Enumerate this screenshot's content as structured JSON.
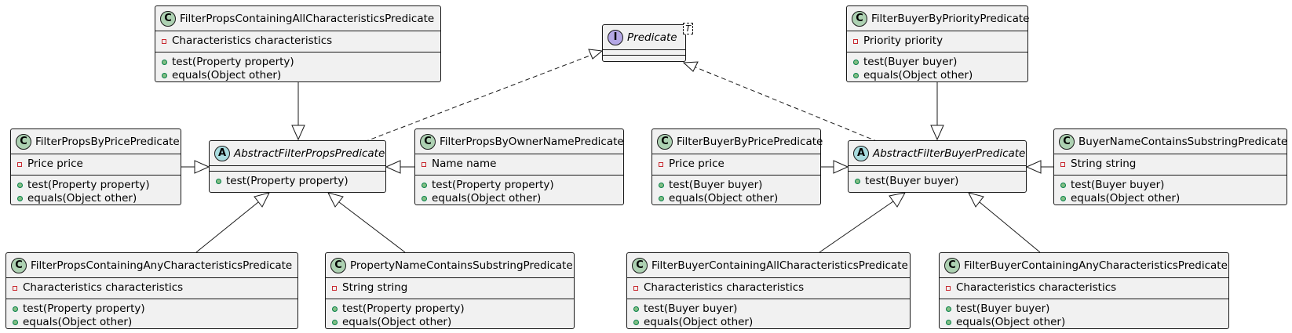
{
  "interface_predicate": {
    "name": "Predicate",
    "type_param": "T"
  },
  "classes": {
    "props_all": {
      "name": "FilterPropsContainingAllCharacteristicsPredicate",
      "field": "Characteristics characteristics",
      "methods": [
        "test(Property property)",
        "equals(Object other)"
      ]
    },
    "props_price": {
      "name": "FilterPropsByPricePredicate",
      "field": "Price price",
      "methods": [
        "test(Property property)",
        "equals(Object other)"
      ]
    },
    "abstract_props": {
      "name": "AbstractFilterPropsPredicate",
      "methods": [
        "test(Property property)"
      ]
    },
    "props_owner": {
      "name": "FilterPropsByOwnerNamePredicate",
      "field": "Name name",
      "methods": [
        "test(Property property)",
        "equals(Object other)"
      ]
    },
    "props_any": {
      "name": "FilterPropsContainingAnyCharacteristicsPredicate",
      "field": "Characteristics characteristics",
      "methods": [
        "test(Property property)",
        "equals(Object other)"
      ]
    },
    "prop_name": {
      "name": "PropertyNameContainsSubstringPredicate",
      "field": "String string",
      "methods": [
        "test(Property property)",
        "equals(Object other)"
      ]
    },
    "buyer_priority": {
      "name": "FilterBuyerByPriorityPredicate",
      "field": "Priority priority",
      "methods": [
        "test(Buyer buyer)",
        "equals(Object other)"
      ]
    },
    "buyer_price": {
      "name": "FilterBuyerByPricePredicate",
      "field": "Price price",
      "methods": [
        "test(Buyer buyer)",
        "equals(Object other)"
      ]
    },
    "abstract_buyer": {
      "name": "AbstractFilterBuyerPredicate",
      "methods": [
        "test(Buyer buyer)"
      ]
    },
    "buyer_name": {
      "name": "BuyerNameContainsSubstringPredicate",
      "field": "String string",
      "methods": [
        "test(Buyer buyer)",
        "equals(Object other)"
      ]
    },
    "buyer_all": {
      "name": "FilterBuyerContainingAllCharacteristicsPredicate",
      "field": "Characteristics characteristics",
      "methods": [
        "test(Buyer buyer)",
        "equals(Object other)"
      ]
    },
    "buyer_any": {
      "name": "FilterBuyerContainingAnyCharacteristicsPredicate",
      "field": "Characteristics characteristics",
      "methods": [
        "test(Buyer buyer)",
        "equals(Object other)"
      ]
    }
  },
  "badges": {
    "class": "C",
    "abstract": "A",
    "interface": "I"
  },
  "colors": {
    "box_fill": "#f1f1f1",
    "class_badge": "#add1b2",
    "abstract_badge": "#a9dcdf",
    "interface_badge": "#b4a7e5",
    "line": "#181818"
  }
}
